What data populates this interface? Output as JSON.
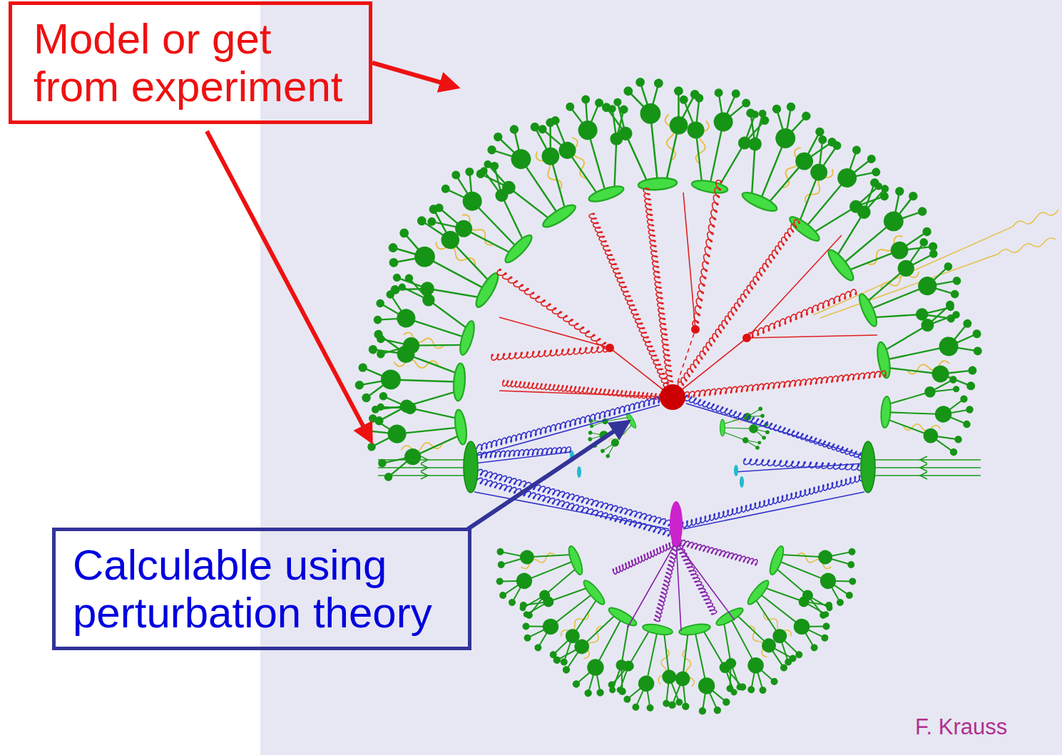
{
  "diagram": {
    "nodes": [
      {
        "text": [
          "Model or get from experiment"
        ]
      },
      {
        "text": [
          "Calculable using perturbation theory"
        ]
      }
    ],
    "labels": [
      "F. Krauss"
    ]
  }
}
